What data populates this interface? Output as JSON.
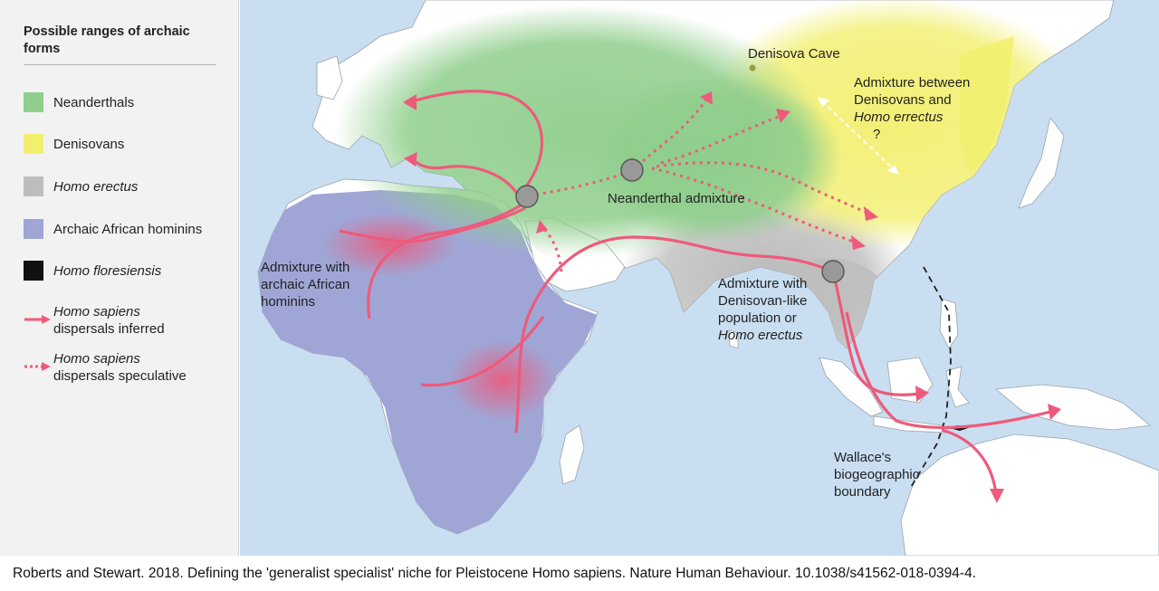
{
  "legend": {
    "title": "Possible ranges of archaic forms",
    "items": [
      {
        "label": "Neanderthals",
        "color": "#8fce8c",
        "italic": false
      },
      {
        "label": "Denisovans",
        "color": "#f2ef6e",
        "italic": false
      },
      {
        "label": "Homo erectus",
        "color": "#bdbdbd",
        "italic": true
      },
      {
        "label": "Archaic African hominins",
        "color": "#9fa6d6",
        "italic": false
      },
      {
        "label": "Homo floresiensis",
        "color": "#111111",
        "italic": true
      }
    ],
    "dispersal_inferred": {
      "label_italic": "Homo sapiens",
      "label": "dispersals inferred",
      "color": "#ee5a7b"
    },
    "dispersal_speculative": {
      "label_italic": "Homo sapiens",
      "label": "dispersals speculative",
      "color": "#ee5a7b"
    }
  },
  "map": {
    "ocean_color": "#c9def1",
    "land_color": "#ffffff",
    "labels": {
      "denisova_cave": "Denisova Cave",
      "admix_deni_erectus_1": "Admixture between",
      "admix_deni_erectus_2": "Denisovans and",
      "admix_deni_erectus_3": "Homo errectus",
      "admix_deni_erectus_4": "?",
      "neanderthal_admixture": "Neanderthal admixture",
      "admix_african_1": "Admixture with",
      "admix_african_2": "archaic African",
      "admix_african_3": "hominins",
      "admix_denilike_1": "Admixture with",
      "admix_denilike_2": "Denisovan-like",
      "admix_denilike_3": "population or",
      "admix_denilike_4": "Homo erectus",
      "wallace_1": "Wallace's",
      "wallace_2": "biogeographic",
      "wallace_3": "boundary"
    }
  },
  "caption": "Roberts and Stewart. 2018. Defining the 'generalist specialist' niche for Pleistocene Homo sapiens. Nature Human Behaviour. 10.1038/s41562-018-0394-4."
}
